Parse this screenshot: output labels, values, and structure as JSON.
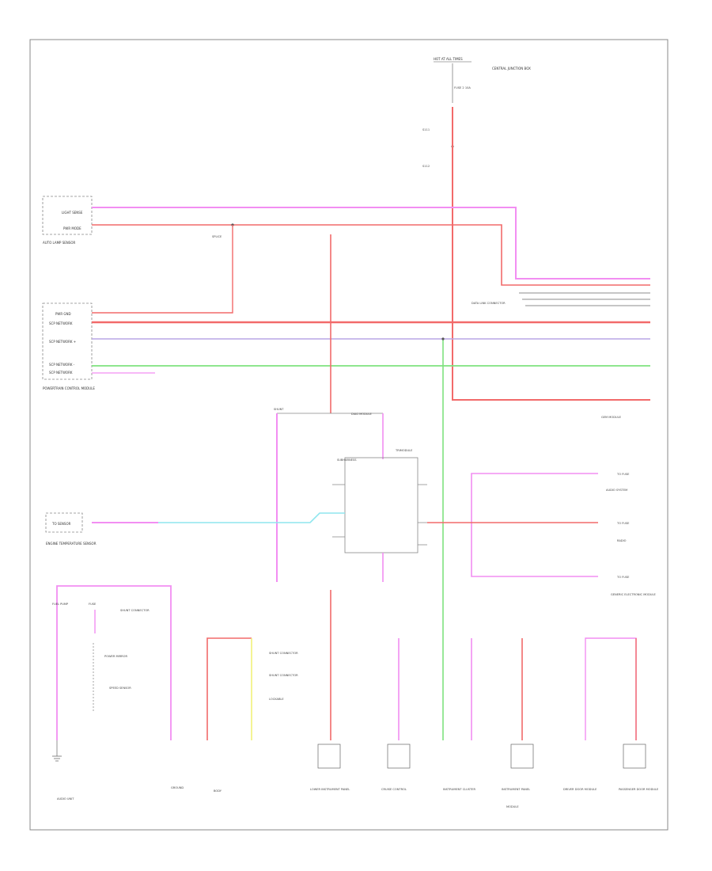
{
  "diagram": {
    "page_number": "",
    "colors": {
      "pink": "#f28ef2",
      "red": "#f26a6a",
      "green": "#7ee27e",
      "violet": "#b9a6e6",
      "cyan": "#8fe6ee",
      "yellow": "#f2f27a",
      "frame": "#888888"
    },
    "labels": {
      "hot_at_all_times": "HOT AT ALL TIMES",
      "fuse_note": "FUSE 2 10A",
      "splice_top_1": "S111",
      "splice_top_2": "S112",
      "fuse_box_label": "CENTRAL JUNCTION BOX",
      "module_top_left_1": "LIGHT SENSE",
      "module_top_left_2": "PWR MODE",
      "module_top_left_caption": "AUTO LAMP SENSOR",
      "pcm_pin_1": "PWR GND",
      "pcm_pin_2": "SCP NETWORK",
      "pcm_pin_3": "SCP NETWORK +",
      "pcm_pin_4": "SCP NETWORK -",
      "pcm_pin_5": "SCP NETWORK",
      "pcm_caption": "POWERTRAIN CONTROL MODULE",
      "upper_splice_label": "SPLICE",
      "data_link_caption": "DATA LINK CONNECTOR",
      "junction_left": "SHUNT",
      "junction_right": "DIAG MODULE",
      "module_center_left": "SUBHARNESS",
      "module_center_right": "TRIMODULE",
      "right_module_1": "TO FUSE",
      "right_module_2": "AUDIO SYSTEM",
      "right_module_3": "TO FUSE",
      "right_module_4": "RADIO",
      "right_module_5": "TO FUSE",
      "right_bottom_caption": "GENERIC ELECTRONIC MODULE",
      "sensor_left": "TO SENSOR",
      "sensor_left_caption": "ENGINE TEMPERATURE SENSOR",
      "bottom_left_1": "FUEL PUMP",
      "bottom_left_2": "FUSE",
      "bottom_left_3": "SHUNT CONNECTOR",
      "bottom_left_4": "SPEED SENSOR",
      "bottom_left_5": "GROUND",
      "bottom_caption_1": "AUDIO UNIT",
      "bottom_caption_2": "BODY",
      "bottom_caption_3": "LOWER INSTRUMENT PANEL",
      "bottom_caption_4": "CRUISE CONTROL",
      "bottom_caption_5": "INSTRUMENT CLUSTER",
      "bottom_caption_6": "INSTRUMENT PANEL",
      "bottom_caption_7": "MODULE",
      "bottom_caption_8": "DRIVER DOOR MODULE",
      "bottom_caption_9": "PASSENGER DOOR MODULE",
      "power_mirror_block": "POWER MIRROR",
      "shunt_note_1": "SHUNT CONNECTOR",
      "shunt_note_2": "SHUNT CONNECTOR",
      "shunt_note_3": "LOCKABLE",
      "gem_note": "GEM MODULE"
    }
  }
}
